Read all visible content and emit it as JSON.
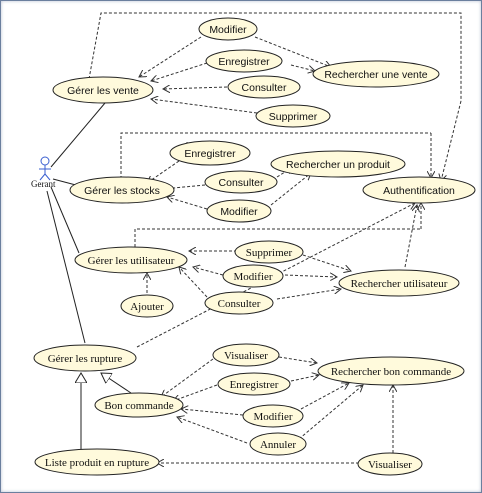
{
  "actor": {
    "label": "Gerant"
  },
  "use_cases": [
    {
      "id": "modifier_v",
      "label": "Modifier"
    },
    {
      "id": "enregistrer_v",
      "label": "Enregistrer"
    },
    {
      "id": "consulter_v",
      "label": "Consulter"
    },
    {
      "id": "supprimer_v",
      "label": "Supprimer"
    },
    {
      "id": "rechercher_vente",
      "label": "Rechercher une vente"
    },
    {
      "id": "gerer_vente",
      "label": "Gérer les vente"
    },
    {
      "id": "enregistrer_s",
      "label": "Enregistrer"
    },
    {
      "id": "rechercher_produit",
      "label": "Rechercher un produit"
    },
    {
      "id": "consulter_s",
      "label": "Consulter"
    },
    {
      "id": "gerer_stocks",
      "label": "Gérer les stocks"
    },
    {
      "id": "modifier_s",
      "label": "Modifier"
    },
    {
      "id": "authentification",
      "label": "Authentification"
    },
    {
      "id": "supprimer_u",
      "label": "Supprimer"
    },
    {
      "id": "gerer_utilisateur",
      "label": "Gérer les utilisateur"
    },
    {
      "id": "modifier_u",
      "label": "Modifier"
    },
    {
      "id": "rechercher_utilisateur",
      "label": "Rechercher utilisateur"
    },
    {
      "id": "ajouter_u",
      "label": "Ajouter"
    },
    {
      "id": "consulter_u",
      "label": "Consulter"
    },
    {
      "id": "gerer_rupture",
      "label": "Gérer les rupture"
    },
    {
      "id": "visualiser_bc",
      "label": "Visualiser"
    },
    {
      "id": "enregistrer_bc",
      "label": "Enregistrer"
    },
    {
      "id": "rechercher_bc",
      "label": "Rechercher bon commande"
    },
    {
      "id": "bon_commande",
      "label": "Bon commande"
    },
    {
      "id": "modifier_bc",
      "label": "Modifier"
    },
    {
      "id": "annuler_bc",
      "label": "Annuler"
    },
    {
      "id": "liste_rupture",
      "label": "Liste produit en rupture"
    },
    {
      "id": "visualiser_lr",
      "label": "Visualiser"
    }
  ]
}
